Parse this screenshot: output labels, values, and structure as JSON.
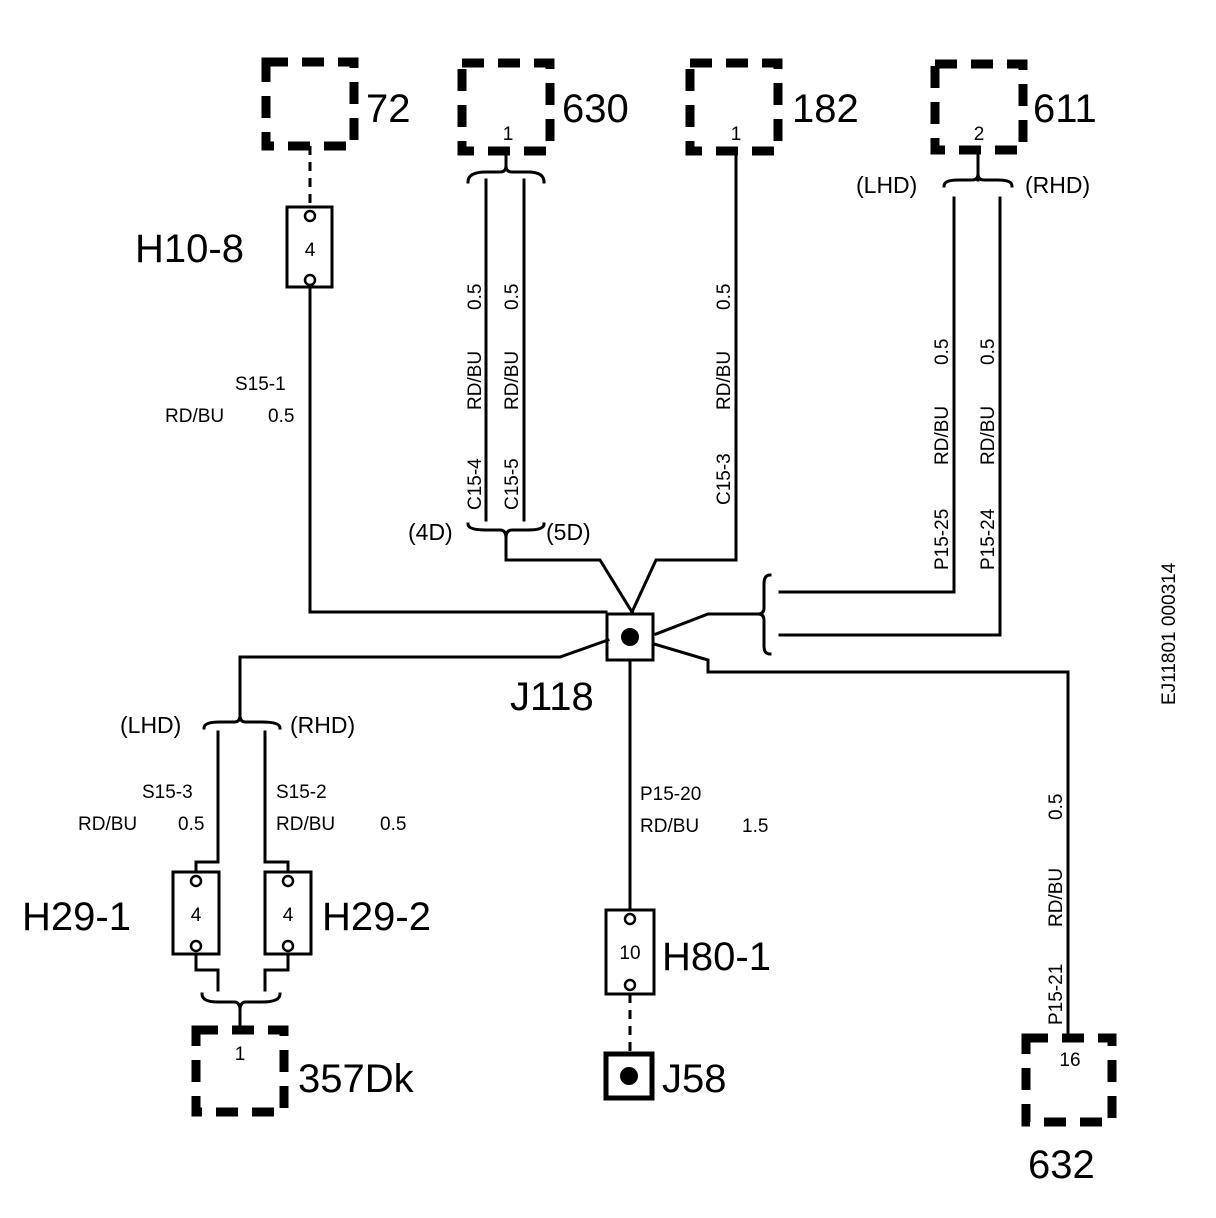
{
  "components": {
    "c72": "72",
    "c630": "630",
    "c630_pin": "1",
    "c182": "182",
    "c182_pin": "1",
    "c611": "611",
    "c611_pin": "2",
    "c357": "357Dk",
    "c357_pin": "1",
    "c632": "632",
    "c632_pin": "16",
    "j58": "J58"
  },
  "connectors": {
    "h10_8": "H10-8",
    "h10_8_pin": "4",
    "h29_1": "H29-1",
    "h29_1_pin": "4",
    "h29_2": "H29-2",
    "h29_2_pin": "4",
    "h80_1": "H80-1",
    "h80_1_pin": "10"
  },
  "splice": {
    "j118": "J118"
  },
  "variants": {
    "lhd": "(LHD)",
    "rhd": "(RHD)",
    "lhd2": "(LHD)",
    "rhd2": "(RHD)",
    "d4": "(4D)",
    "d5": "(5D)"
  },
  "wires": {
    "s15_1": {
      "id": "S15-1",
      "color": "RD/BU",
      "size": "0.5"
    },
    "c15_4": {
      "id": "C15-4",
      "color": "RD/BU",
      "size": "0.5"
    },
    "c15_5": {
      "id": "C15-5",
      "color": "RD/BU",
      "size": "0.5"
    },
    "c15_3": {
      "id": "C15-3",
      "color": "RD/BU",
      "size": "0.5"
    },
    "p15_25": {
      "id": "P15-25",
      "color": "RD/BU",
      "size": "0.5"
    },
    "p15_24": {
      "id": "P15-24",
      "color": "RD/BU",
      "size": "0.5"
    },
    "s15_3": {
      "id": "S15-3",
      "color": "RD/BU",
      "size": "0.5"
    },
    "s15_2": {
      "id": "S15-2",
      "color": "RD/BU",
      "size": "0.5"
    },
    "p15_20": {
      "id": "P15-20",
      "color": "RD/BU",
      "size": "1.5"
    },
    "p15_21": {
      "id": "P15-21",
      "color": "RD/BU",
      "size": "0.5"
    }
  },
  "figure_id": "EJ11801 000314"
}
